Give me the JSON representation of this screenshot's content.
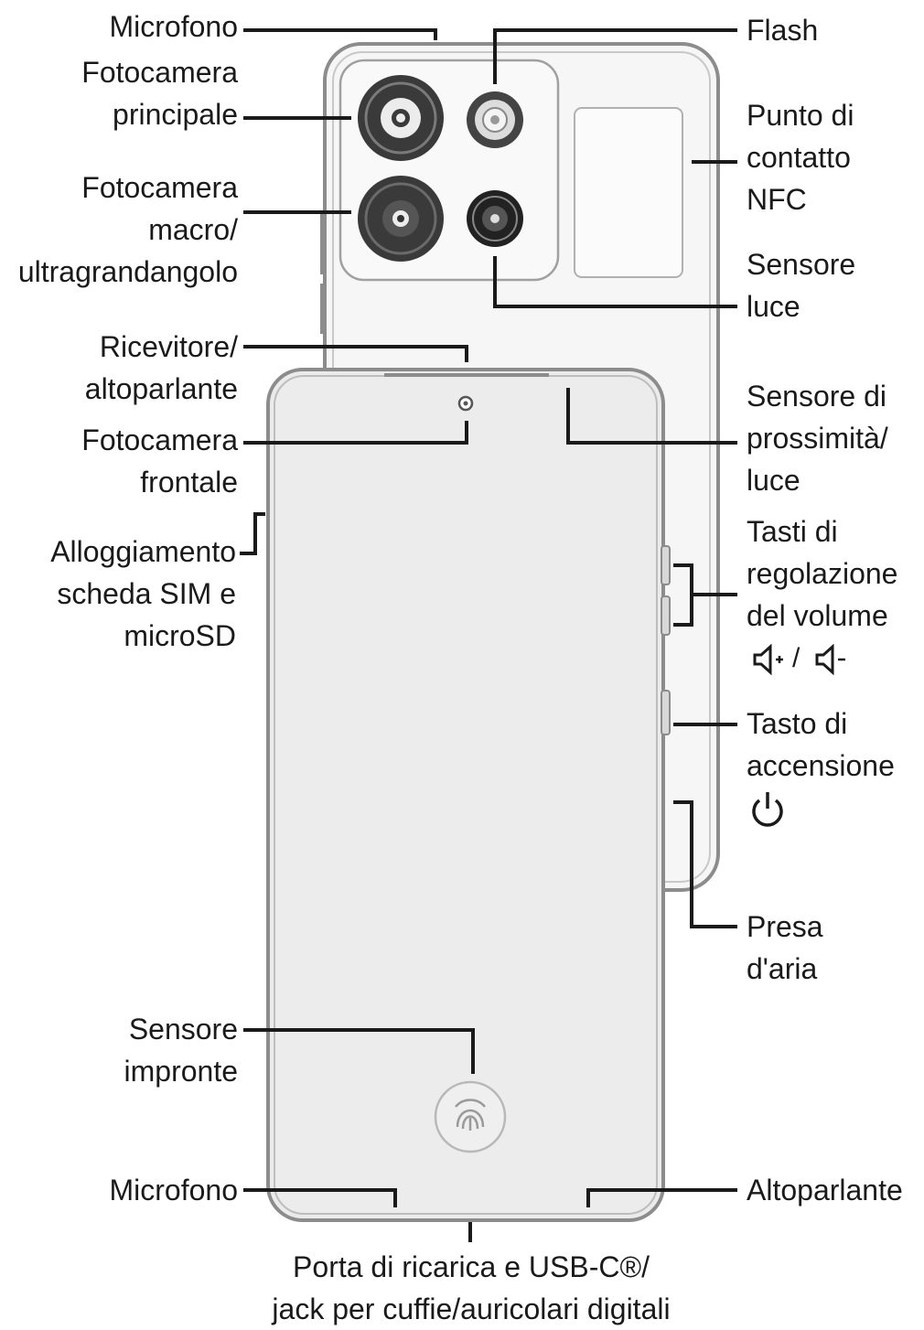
{
  "labels": {
    "microfono_top": [
      "Microfono"
    ],
    "fotocamera_principale": [
      "Fotocamera",
      "principale"
    ],
    "fotocamera_macro": [
      "Fotocamera",
      "macro/",
      "ultragrandangolo"
    ],
    "ricevitore": [
      "Ricevitore/",
      "altoparlante"
    ],
    "fotocamera_frontale": [
      "Fotocamera",
      "frontale"
    ],
    "alloggiamento": [
      "Alloggiamento",
      "scheda SIM e",
      "microSD"
    ],
    "sensore_impronte": [
      "Sensore",
      "impronte"
    ],
    "microfono_bottom": [
      "Microfono"
    ],
    "flash": [
      "Flash"
    ],
    "nfc": [
      "Punto di",
      "contatto",
      "NFC"
    ],
    "sensore_luce": [
      "Sensore",
      "luce"
    ],
    "sensore_prossimita": [
      "Sensore di",
      "prossimità/",
      "luce"
    ],
    "tasti_volume": [
      "Tasti di",
      "regolazione",
      "del volume"
    ],
    "volume_symbols": "/",
    "tasto_accensione": [
      "Tasto di",
      "accensione"
    ],
    "presa_aria": [
      "Presa",
      "d'aria"
    ],
    "altoparlante": [
      "Altoparlante"
    ],
    "porta_ricarica": [
      "Porta di ricarica e USB-C®/",
      "jack per cuffie/auricolari digitali"
    ]
  },
  "icons": [
    "volume-up-icon",
    "volume-down-icon",
    "power-icon",
    "fingerprint-icon"
  ],
  "colors": {
    "line": "#1a1a1a",
    "device_outline": "#9a9a9a",
    "screen": "#ececec",
    "back": "#f4f4f4"
  }
}
